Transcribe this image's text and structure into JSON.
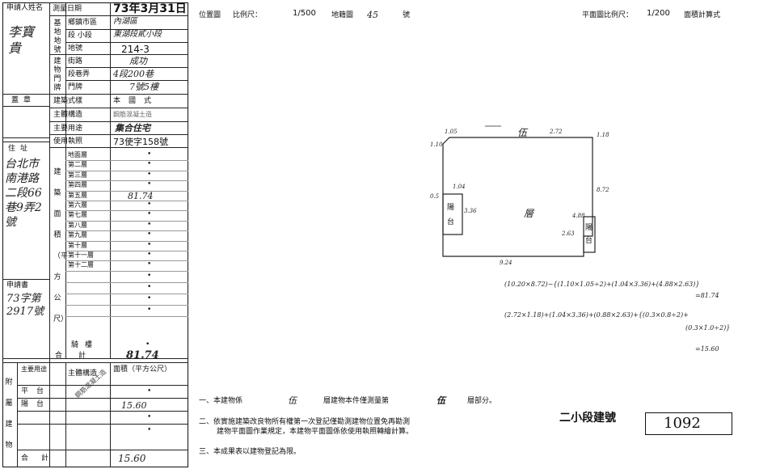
{
  "form": {
    "applicant_label": "申請人姓名",
    "applicant_name": "李寶貴",
    "seal_label": "蓋章",
    "address_label": "住址",
    "address_value": "台北市南港路二段66巷9弄2號",
    "app_no_label": "申請書",
    "app_no_value": "73字第2917號",
    "survey_date_label": "測量日期",
    "survey_date_value": "73年3月31日",
    "base_label": "基地地號",
    "city_label": "鄉鎮市區",
    "city_value": "內湖區",
    "section_label": "段 小段",
    "section_value": "東湖段貳小段",
    "lot_label": "地號",
    "lot_value": "214-3",
    "door_label": "建物門牌",
    "street_label": "街路",
    "street_value": "成功",
    "lane_label": "段巷弄",
    "lane_value": "4段200巷",
    "number_label": "門牌",
    "number_value": "7號5樓",
    "style_label": "建築式樣",
    "style_value": "本國式",
    "structure_label": "主體構造",
    "structure_value": "鋼筋混凝土造",
    "usage_label": "主要用途",
    "usage_value": "集合住宅",
    "permit_label": "使用執照",
    "permit_value": "73使字158號",
    "area_col_label": "建築面積（平方公尺）",
    "floors": [
      {
        "name": "地面層",
        "value": "•"
      },
      {
        "name": "第二層",
        "value": "•"
      },
      {
        "name": "第三層",
        "value": "•"
      },
      {
        "name": "第四層",
        "value": "•"
      },
      {
        "name": "第五層",
        "value": "81.74"
      },
      {
        "name": "第六層",
        "value": "•"
      },
      {
        "name": "第七層",
        "value": "•"
      },
      {
        "name": "第八層",
        "value": "•"
      },
      {
        "name": "第九層",
        "value": "•"
      },
      {
        "name": "第十層",
        "value": "•"
      },
      {
        "name": "第十一層",
        "value": "•"
      },
      {
        "name": "第十二層",
        "value": "•"
      }
    ],
    "extra_rows": [
      {
        "name": "",
        "value": "•"
      },
      {
        "name": "",
        "value": "•"
      },
      {
        "name": "",
        "value": "•"
      },
      {
        "name": "",
        "value": "•"
      }
    ],
    "loft_label": "騎樓",
    "loft_value": "•",
    "total_label": "合計",
    "total_value": "81.74",
    "annex_label": "附屬建物",
    "annex_use_label": "主要用途",
    "annex_struct_label": "主體構造",
    "annex_area_label": "面積（平方公尺）",
    "annex_rows": [
      {
        "use": "平台",
        "value": "•"
      },
      {
        "use": "陽台",
        "value": "15.60"
      },
      {
        "use": "",
        "value": "•"
      },
      {
        "use": "",
        "value": "•"
      }
    ],
    "annex_struct_value": "鋼筋混凝土造",
    "annex_total_label": "合計",
    "annex_total_value": "15.60"
  },
  "header": {
    "location_label": "位置圖",
    "scale_label": "比例尺：",
    "scale_value": "1/500",
    "map_label": "地籍圖",
    "map_no": "45",
    "map_no_suffix": "號",
    "plan_label": "平面圖比例尺：",
    "plan_scale": "1/200",
    "area_calc_label": "面積計算式"
  },
  "plan": {
    "room_char1": "伍",
    "room_char2": "層",
    "balcony1": "陽台",
    "balcony2": "陽台",
    "dims": [
      "1.05",
      "1.10",
      "2.72",
      "1.18",
      "8.72",
      "1.04",
      "3.36",
      "9.24",
      "4.88",
      "2.63",
      "0.5"
    ]
  },
  "calc": {
    "line1": "(10.20×8.72)−{(1.10×1.05÷2)+(1.04×3.36)+(4.88×2.63)}",
    "line2": "=81.74",
    "line3": "(2.72×1.18)+(1.04×3.36)+(0.88×2.63)+{(0.3×0.8÷2)+",
    "line4": "(0.3×1.0÷2)}",
    "line5": "=15.60"
  },
  "notes": {
    "n1a": "一、本建物係",
    "n1b": "伍",
    "n1c": "層建物本件僅測量第",
    "n1d": "伍",
    "n1e": "層部分。",
    "n2a": "二、依實施建築改良物所有權第一次登記僅勘測建物位置免再勘測",
    "n2b": "建物平面圖作業規定，本建物平面圖係依使用執照轉繪計算。",
    "n3": "三、本成果表以建物登記為限。"
  },
  "building_no": {
    "label": "二小段建號",
    "value": "1092"
  }
}
